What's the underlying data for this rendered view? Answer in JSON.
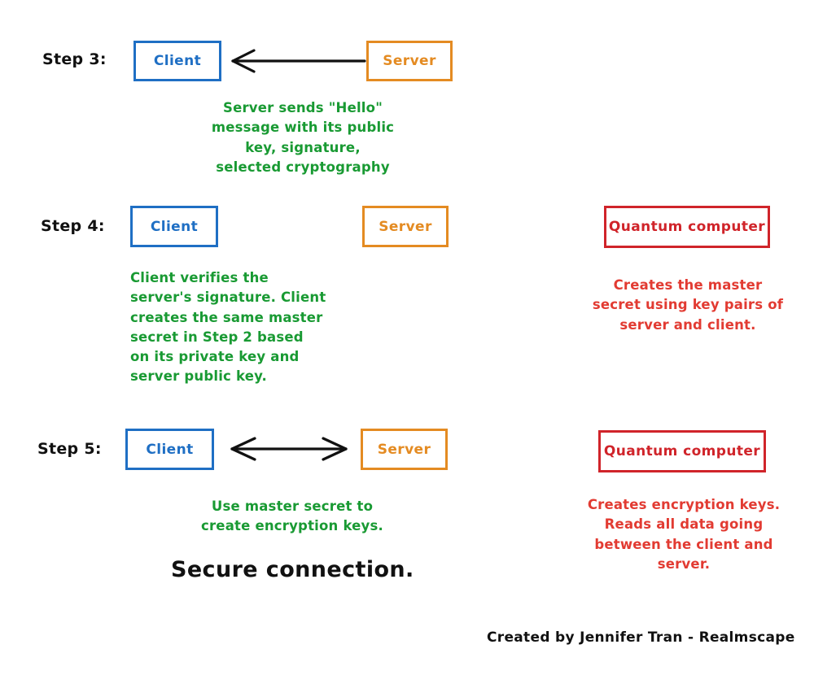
{
  "diagram": {
    "title_text": "Secure connection.",
    "credit": "Created by Jennifer Tran - Realmscape",
    "colors": {
      "client": "#1f6fc4",
      "server": "#e48b22",
      "quantum": "#d0242a",
      "note_green": "#199a33",
      "note_red": "#e23b32",
      "arrow": "#111111",
      "background": "#ffffff"
    },
    "steps": [
      {
        "id": "step-3",
        "label": "Step 3:",
        "client_label": "Client",
        "server_label": "Server",
        "arrow": "server-to-client",
        "note_green": "Server sends \"Hello\"\nmessage with its public\nkey, signature,\nselected cryptography"
      },
      {
        "id": "step-4",
        "label": "Step 4:",
        "client_label": "Client",
        "server_label": "Server",
        "quantum_label": "Quantum computer",
        "arrow": "none",
        "note_green": "Client verifies the\nserver's signature. Client\ncreates the same master\nsecret in Step 2 based\non its private key and\nserver public key.",
        "note_red": "Creates the master\nsecret using key pairs of\nserver and client."
      },
      {
        "id": "step-5",
        "label": "Step 5:",
        "client_label": "Client",
        "server_label": "Server",
        "quantum_label": "Quantum computer",
        "arrow": "bidirectional",
        "note_green": "Use master secret to\ncreate encryption keys.",
        "note_red": "Creates encryption keys.\nReads all data going\nbetween the client and\nserver."
      }
    ]
  }
}
